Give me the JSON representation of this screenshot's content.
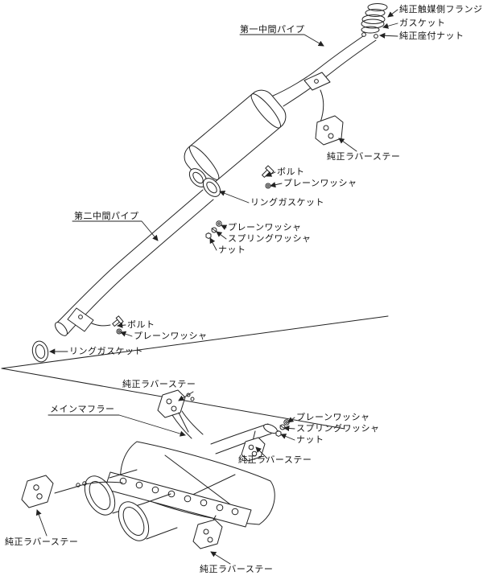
{
  "page": {
    "background_color": "#ffffff",
    "line_color": "#222222",
    "diagram_kind": "exhaust-system-parts-diagram"
  },
  "labels": [
    {
      "id": "first-intermediate-pipe",
      "text": "第一中間パイプ"
    },
    {
      "id": "catalyst-side-flange",
      "text": "純正触媒側フランジ"
    },
    {
      "id": "gasket",
      "text": "ガスケット"
    },
    {
      "id": "oem-seat-nut",
      "text": "純正座付ナット"
    },
    {
      "id": "oem-rubber-stay-1",
      "text": "純正ラバーステー"
    },
    {
      "id": "bolt-1",
      "text": "ボルト"
    },
    {
      "id": "plain-washer-1",
      "text": "プレーンワッシャ"
    },
    {
      "id": "ring-gasket-1",
      "text": "リングガスケット"
    },
    {
      "id": "plain-washer-2",
      "text": "プレーンワッシャ"
    },
    {
      "id": "spring-washer-1",
      "text": "スプリングワッシャ"
    },
    {
      "id": "nut-1",
      "text": "ナット"
    },
    {
      "id": "second-intermediate-pipe",
      "text": "第二中間パイプ"
    },
    {
      "id": "bolt-2",
      "text": "ボルト"
    },
    {
      "id": "plain-washer-3",
      "text": "プレーンワッシャ"
    },
    {
      "id": "ring-gasket-2",
      "text": "リングガスケット"
    },
    {
      "id": "oem-rubber-stay-2",
      "text": "純正ラバーステー"
    },
    {
      "id": "main-muffler",
      "text": "メインマフラー"
    },
    {
      "id": "plain-washer-4",
      "text": "プレーンワッシャ"
    },
    {
      "id": "spring-washer-2",
      "text": "スプリングワッシャ"
    },
    {
      "id": "nut-2",
      "text": "ナット"
    },
    {
      "id": "oem-rubber-stay-3",
      "text": "純正ラバーステー"
    },
    {
      "id": "oem-rubber-stay-4",
      "text": "純正ラバーステー"
    },
    {
      "id": "oem-rubber-stay-5",
      "text": "純正ラバーステー"
    }
  ]
}
